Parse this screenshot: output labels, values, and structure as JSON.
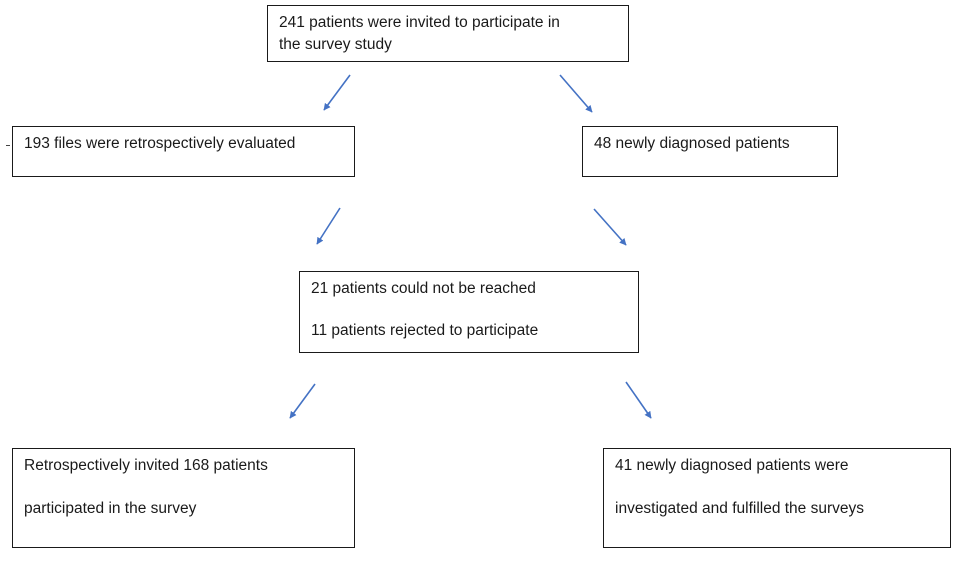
{
  "boxes": {
    "invited": {
      "line1": "241 patients were invited to participate in",
      "line2": "the survey study"
    },
    "retrospective": {
      "line1": "193 files were retrospectively evaluated"
    },
    "newly_diagnosed": {
      "line1": "48 newly diagnosed patients"
    },
    "excluded": {
      "line1": "21 patients could not be reached",
      "line2": "11 patients rejected to participate"
    },
    "retrospective_outcome": {
      "line1": "Retrospectively invited 168 patients",
      "line2": "participated in the survey"
    },
    "new_outcome": {
      "line1": "41 newly diagnosed patients were",
      "line2": "investigated and fulfilled the surveys"
    }
  },
  "colors": {
    "arrow": "#4472c4",
    "border": "#1a1a1a"
  }
}
